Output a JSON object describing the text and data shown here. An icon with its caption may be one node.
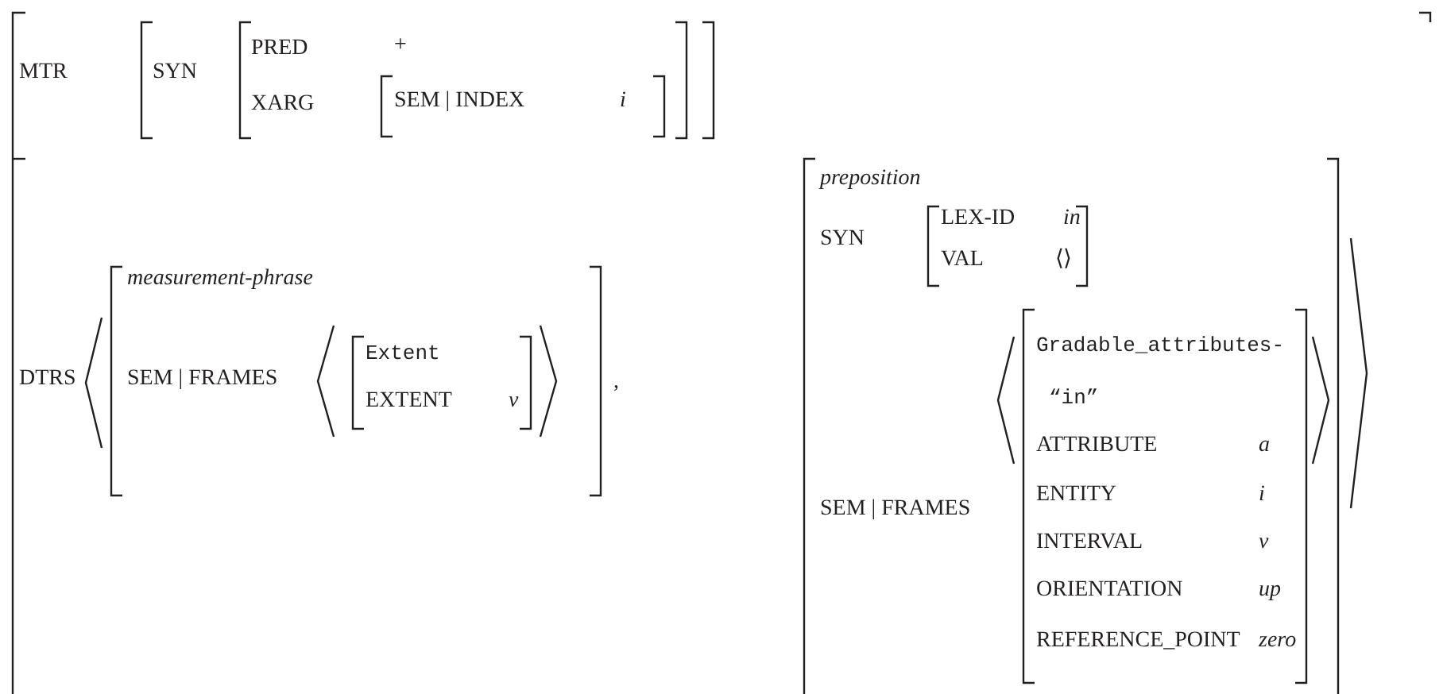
{
  "diagram": {
    "labels": [
      "MTR",
      "SYN",
      "PRED",
      "+",
      "XARG",
      "SEM | INDEX",
      "i",
      "preposition",
      "SYN",
      "LEX-ID",
      "in",
      "VAL",
      "⟨⟩",
      "measurement-phrase",
      "DTRS",
      "SEM | FRAMES",
      "Extent",
      "EXTENT",
      "v",
      ",",
      "Gradable_attributes-",
      "“in”",
      "ATTRIBUTE",
      "a",
      "ENTITY",
      "i",
      "INTERVAL",
      "v",
      "ORIENTATION",
      "up",
      "REFERENCE_POINT",
      "zero",
      "SEM | FRAMES"
    ]
  }
}
